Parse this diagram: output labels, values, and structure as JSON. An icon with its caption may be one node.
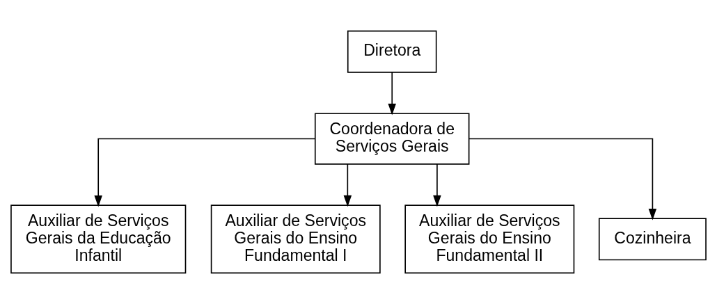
{
  "diagram": {
    "nodes": [
      {
        "text": [
          "Diretora"
        ]
      },
      {
        "text": [
          "Coordenadora de Serviços Gerais"
        ]
      },
      {
        "text": [
          "Auxiliar de Serviços Gerais da Educação Infantil"
        ]
      },
      {
        "text": [
          "Auxiliar de Serviços Gerais do Ensino Fundamental I"
        ]
      },
      {
        "text": [
          "Auxiliar de Serviços Gerais do Ensino Fundamental II"
        ]
      },
      {
        "text": [
          "Cozinheira"
        ]
      }
    ],
    "edges": [
      {
        "from": 0,
        "to": 1,
        "arrow": "to"
      },
      {
        "from": 1,
        "to": 2,
        "arrow": "to"
      },
      {
        "from": 1,
        "to": 3,
        "arrow": "to"
      },
      {
        "from": 1,
        "to": 4,
        "arrow": "to"
      },
      {
        "from": 1,
        "to": 5,
        "arrow": "to"
      }
    ]
  }
}
